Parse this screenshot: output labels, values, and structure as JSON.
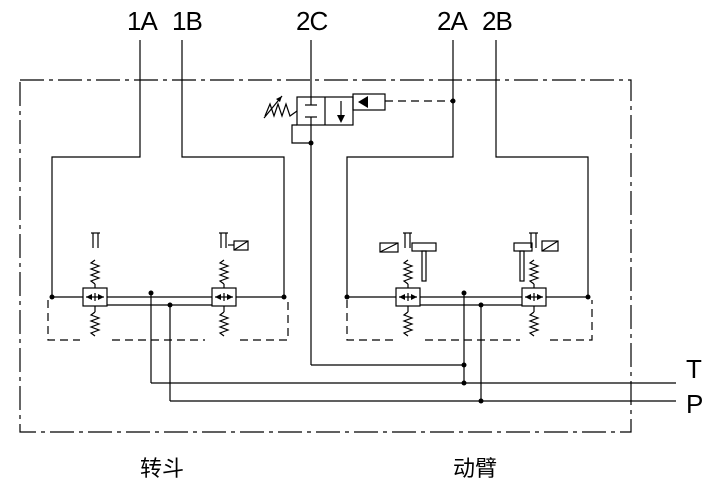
{
  "ports": {
    "a1": "1A",
    "b1": "1B",
    "c2": "2C",
    "a2": "2A",
    "b2": "2B",
    "t": "T",
    "p": "P"
  },
  "captions": {
    "left": "转斗",
    "right": "动臂"
  },
  "colors": {
    "line": "#000000",
    "background": "#ffffff"
  }
}
